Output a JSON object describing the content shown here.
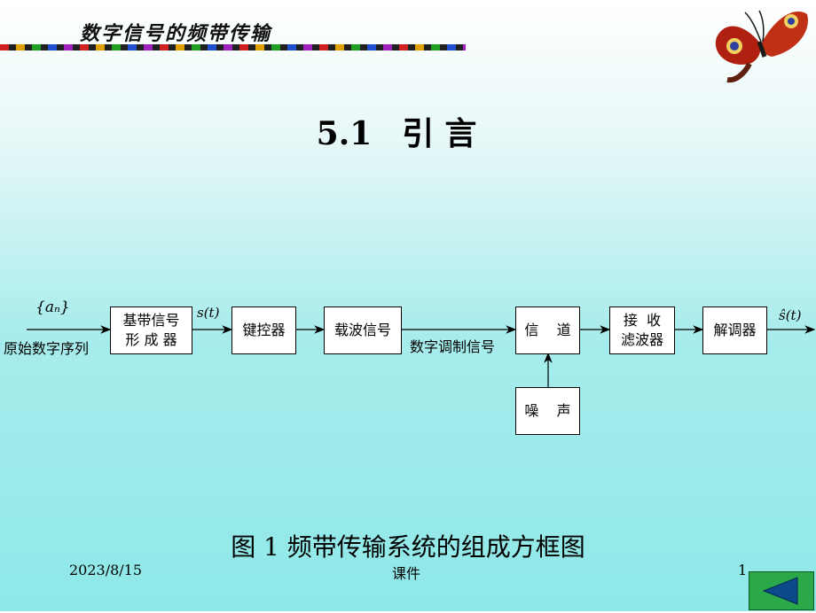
{
  "header": {
    "title": "数字信号的频带传输"
  },
  "slide": {
    "number": "5.1",
    "title_chars": [
      "引",
      "言"
    ]
  },
  "diagram": {
    "input_math": "{aₙ}",
    "input_label": "原始数字序列",
    "signal_s": "s(t)",
    "modulated_label": "数字调制信号",
    "output_math": "ŝ(t)",
    "blocks": {
      "baseband": [
        "基带信号",
        "形 成 器"
      ],
      "keyer": [
        "键控器"
      ],
      "carrier": [
        "载波信号"
      ],
      "channel": [
        "信    道"
      ],
      "rx_filter": [
        "接  收",
        "滤波器"
      ],
      "demod": [
        "解调器"
      ],
      "noise": [
        "噪    声"
      ]
    }
  },
  "caption": "图 1 频带传输系统的组成方框图",
  "footer": {
    "date": "2023/8/15",
    "center": "课件",
    "page": "1"
  },
  "nav": {
    "icon": "left-triangle-icon"
  }
}
